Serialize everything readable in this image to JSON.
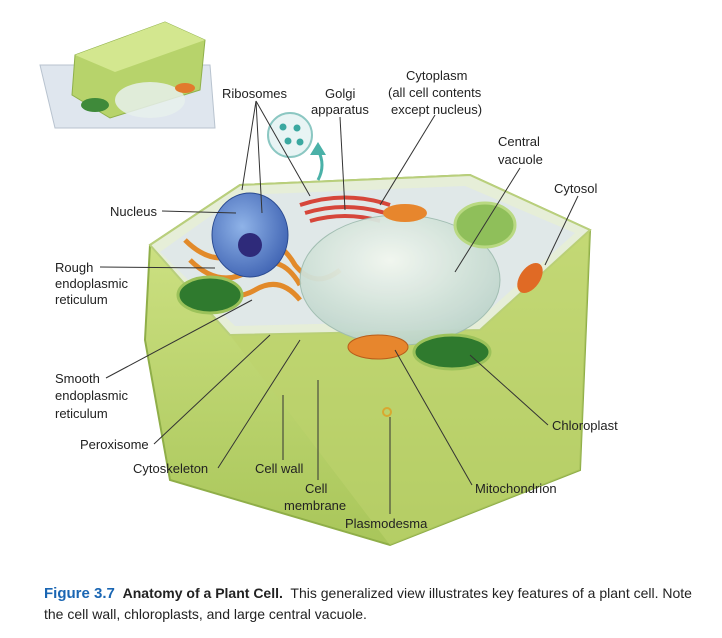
{
  "labels": {
    "ribosomes": "Ribosomes",
    "golgi": [
      "Golgi",
      "apparatus"
    ],
    "cytoplasm": [
      "Cytoplasm",
      "(all cell contents",
      "except nucleus)"
    ],
    "central_vacuole": [
      "Central",
      "vacuole"
    ],
    "cytosol": "Cytosol",
    "nucleus": "Nucleus",
    "rough_er": [
      "Rough",
      "endoplasmic",
      "reticulum"
    ],
    "smooth_er": [
      "Smooth",
      "endoplasmic",
      "reticulum"
    ],
    "peroxisome": "Peroxisome",
    "cytoskeleton": "Cytoskeleton",
    "cell_wall": "Cell wall",
    "cell_membrane": [
      "Cell",
      "membrane"
    ],
    "plasmodesma": "Plasmodesma",
    "mitochondrion": "Mitochondrion",
    "chloroplast": "Chloroplast"
  },
  "caption": {
    "figure": "Figure 3.7",
    "title": "Anatomy of a Plant Cell.",
    "text": "This generalized view illustrates key features of a plant cell. Note the cell wall, chloroplasts, and large central vacuole."
  }
}
